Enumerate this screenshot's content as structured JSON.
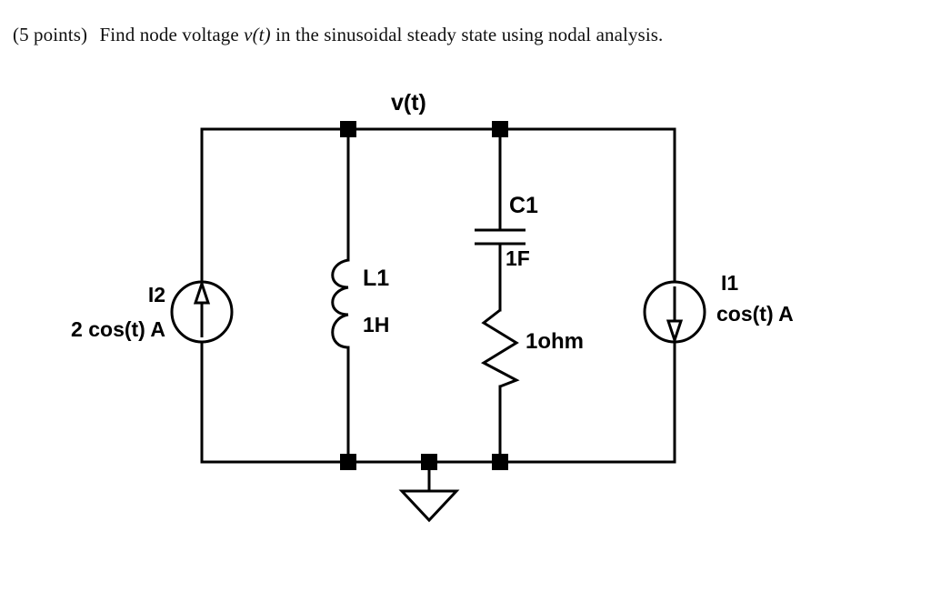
{
  "question": {
    "points_prefix": "(5 points)",
    "text_before": "Find node voltage",
    "variable": "v(t)",
    "text_after": "in the sinusoidal steady state using nodal analysis."
  },
  "circuit": {
    "node_label": "v(t)",
    "components": {
      "source_left": {
        "designator": "I2",
        "value": "2 cos(t) A",
        "arrow_direction": "up",
        "symbol": "current-source"
      },
      "inductor": {
        "designator": "L1",
        "value": "1H",
        "symbol": "inductor"
      },
      "capacitor": {
        "designator": "C1",
        "value": "1F",
        "symbol": "capacitor"
      },
      "resistor": {
        "designator": "",
        "value": "1ohm",
        "symbol": "resistor"
      },
      "source_right": {
        "designator": "I1",
        "value": "cos(t) A",
        "arrow_direction": "down",
        "symbol": "current-source"
      },
      "ground": {
        "symbol": "ground"
      }
    },
    "colors": {
      "wire": "#000000",
      "node": "#000000",
      "background": "#ffffff"
    }
  }
}
